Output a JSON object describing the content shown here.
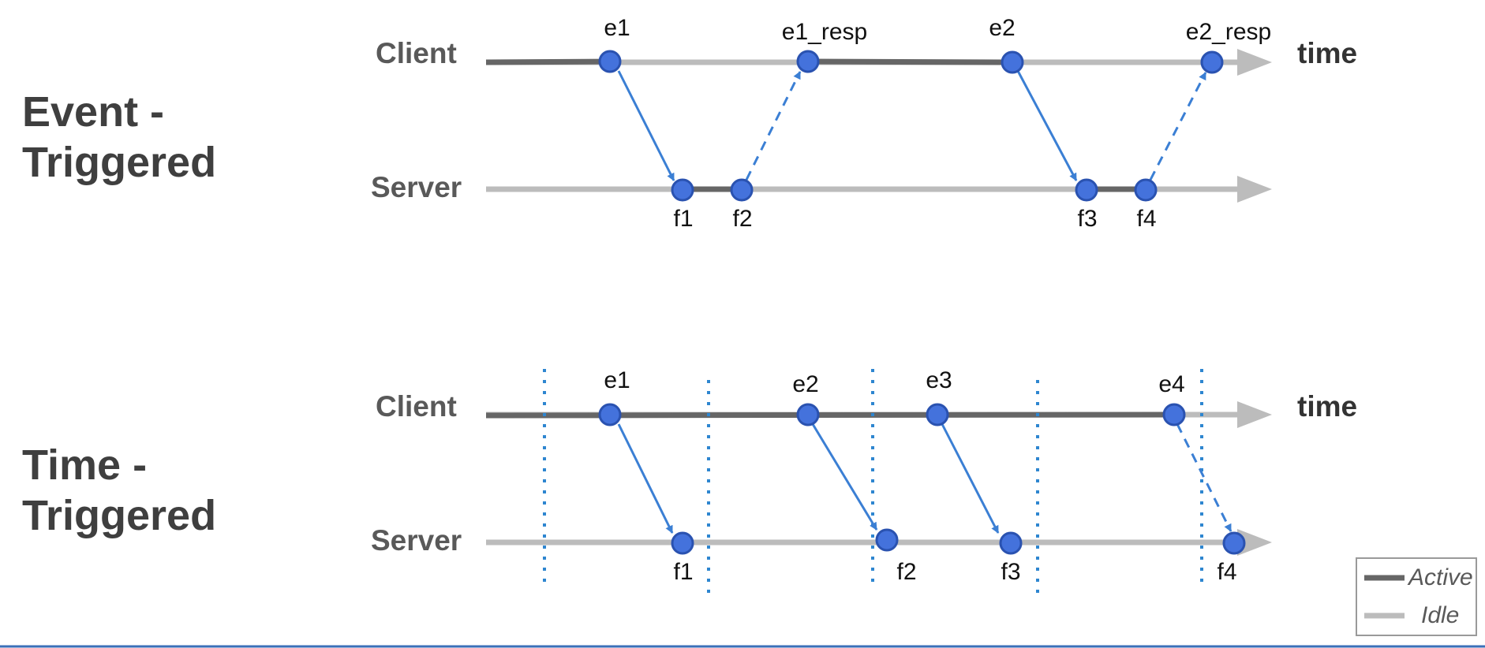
{
  "colors": {
    "active": "#666666",
    "idle": "#bcbcbc",
    "node_fill": "#4472dc",
    "node_stroke": "#2a52b0",
    "arrow": "#3b7fd4",
    "period_marker": "#2e86d0",
    "border": "#3b6fb8"
  },
  "time_label": "time",
  "lanes": {
    "client": "Client",
    "server": "Server"
  },
  "panels": [
    {
      "id": "event",
      "title_lines": [
        "Event -",
        "Triggered"
      ],
      "client_nodes": [
        {
          "id": "e1",
          "label": "e1"
        },
        {
          "id": "e1_resp",
          "label": "e1_resp"
        },
        {
          "id": "e2",
          "label": "e2"
        },
        {
          "id": "e2_resp",
          "label": "e2_resp"
        }
      ],
      "server_nodes": [
        {
          "id": "f1",
          "label": "f1"
        },
        {
          "id": "f2",
          "label": "f2"
        },
        {
          "id": "f3",
          "label": "f3"
        },
        {
          "id": "f4",
          "label": "f4"
        }
      ],
      "client_active": [
        [
          "start",
          "e1"
        ],
        [
          "e1_resp",
          "e2"
        ]
      ],
      "server_active": [
        [
          "f1",
          "f2"
        ],
        [
          "f3",
          "f4"
        ]
      ],
      "links": [
        {
          "from": "e1",
          "to": "f1",
          "style": "solid"
        },
        {
          "from": "f2",
          "to": "e1_resp",
          "style": "dashed"
        },
        {
          "from": "e2",
          "to": "f3",
          "style": "solid"
        },
        {
          "from": "f4",
          "to": "e2_resp",
          "style": "dashed"
        }
      ],
      "periodic_markers": false
    },
    {
      "id": "time",
      "title_lines": [
        "Time -",
        "Triggered"
      ],
      "client_nodes": [
        {
          "id": "e1",
          "label": "e1"
        },
        {
          "id": "e2",
          "label": "e2"
        },
        {
          "id": "e3",
          "label": "e3"
        },
        {
          "id": "e4",
          "label": "e4"
        }
      ],
      "server_nodes": [
        {
          "id": "f1",
          "label": "f1"
        },
        {
          "id": "f2",
          "label": "f2"
        },
        {
          "id": "f3",
          "label": "f3"
        },
        {
          "id": "f4",
          "label": "f4"
        }
      ],
      "client_active": [
        [
          "start",
          "e4"
        ]
      ],
      "server_active": [],
      "links": [
        {
          "from": "e1",
          "to": "f1",
          "style": "solid"
        },
        {
          "from": "e2",
          "to": "f2",
          "style": "solid"
        },
        {
          "from": "e3",
          "to": "f3",
          "style": "solid"
        },
        {
          "from": "e4",
          "to": "f4",
          "style": "dashed"
        }
      ],
      "periodic_markers": true
    }
  ],
  "legend": {
    "active": "Active",
    "idle": "Idle"
  }
}
